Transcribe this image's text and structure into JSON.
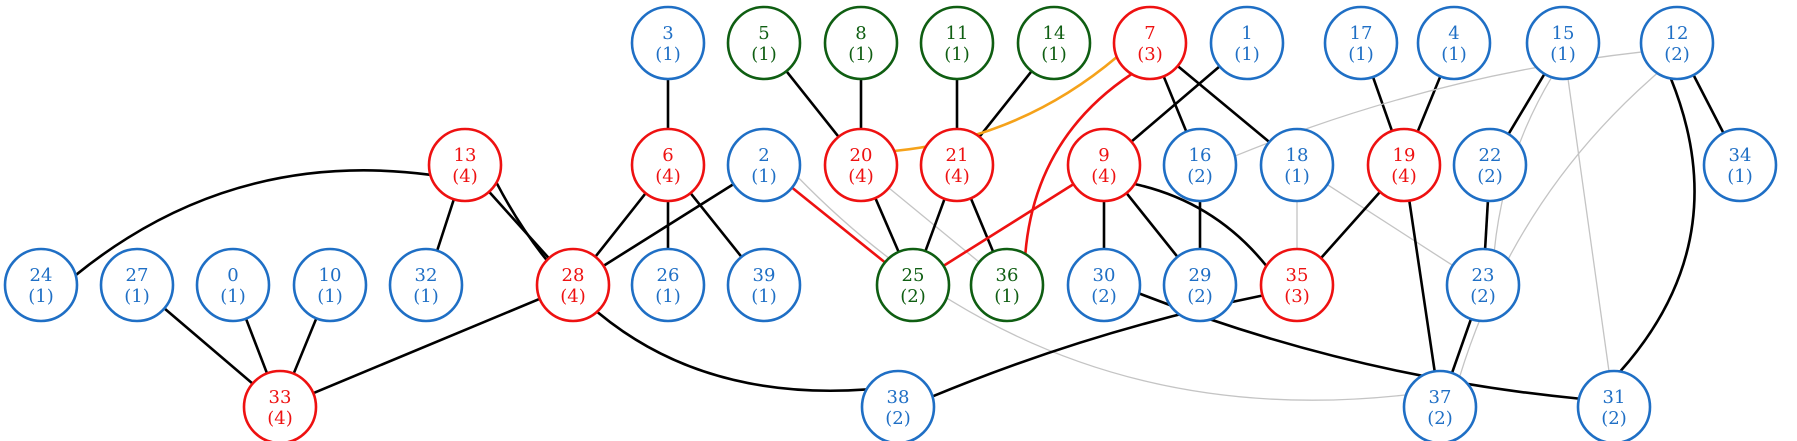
{
  "colors": {
    "blue": "#1f6fc5",
    "green": "#0f5e12",
    "red": "#ee1111",
    "black": "#000000",
    "gray": "#c4c4c4",
    "orange": "#f5a21a",
    "redEdge": "#ee1111"
  },
  "nodes": [
    {
      "id": "3",
      "count": "(1)",
      "color": "blue"
    },
    {
      "id": "5",
      "count": "(1)",
      "color": "green"
    },
    {
      "id": "8",
      "count": "(1)",
      "color": "green"
    },
    {
      "id": "11",
      "count": "(1)",
      "color": "green"
    },
    {
      "id": "14",
      "count": "(1)",
      "color": "green"
    },
    {
      "id": "7",
      "count": "(3)",
      "color": "red"
    },
    {
      "id": "1",
      "count": "(1)",
      "color": "blue"
    },
    {
      "id": "17",
      "count": "(1)",
      "color": "blue"
    },
    {
      "id": "4",
      "count": "(1)",
      "color": "blue"
    },
    {
      "id": "15",
      "count": "(1)",
      "color": "blue"
    },
    {
      "id": "12",
      "count": "(2)",
      "color": "blue"
    },
    {
      "id": "13",
      "count": "(4)",
      "color": "red"
    },
    {
      "id": "6",
      "count": "(4)",
      "color": "red"
    },
    {
      "id": "2",
      "count": "(1)",
      "color": "blue"
    },
    {
      "id": "20",
      "count": "(4)",
      "color": "red"
    },
    {
      "id": "21",
      "count": "(4)",
      "color": "red"
    },
    {
      "id": "9",
      "count": "(4)",
      "color": "red"
    },
    {
      "id": "16",
      "count": "(2)",
      "color": "blue"
    },
    {
      "id": "18",
      "count": "(1)",
      "color": "blue"
    },
    {
      "id": "19",
      "count": "(4)",
      "color": "red"
    },
    {
      "id": "22",
      "count": "(2)",
      "color": "blue"
    },
    {
      "id": "34",
      "count": "(1)",
      "color": "blue"
    },
    {
      "id": "24",
      "count": "(1)",
      "color": "blue"
    },
    {
      "id": "27",
      "count": "(1)",
      "color": "blue"
    },
    {
      "id": "0",
      "count": "(1)",
      "color": "blue"
    },
    {
      "id": "10",
      "count": "(1)",
      "color": "blue"
    },
    {
      "id": "32",
      "count": "(1)",
      "color": "blue"
    },
    {
      "id": "28",
      "count": "(4)",
      "color": "red"
    },
    {
      "id": "26",
      "count": "(1)",
      "color": "blue"
    },
    {
      "id": "39",
      "count": "(1)",
      "color": "blue"
    },
    {
      "id": "25",
      "count": "(2)",
      "color": "green"
    },
    {
      "id": "36",
      "count": "(1)",
      "color": "green"
    },
    {
      "id": "30",
      "count": "(2)",
      "color": "blue"
    },
    {
      "id": "29",
      "count": "(2)",
      "color": "blue"
    },
    {
      "id": "35",
      "count": "(3)",
      "color": "red"
    },
    {
      "id": "23",
      "count": "(2)",
      "color": "blue"
    },
    {
      "id": "33",
      "count": "(4)",
      "color": "red"
    },
    {
      "id": "38",
      "count": "(2)",
      "color": "blue"
    },
    {
      "id": "37",
      "count": "(2)",
      "color": "blue"
    },
    {
      "id": "31",
      "count": "(2)",
      "color": "blue"
    }
  ],
  "edges": [
    {
      "from": "3",
      "to": "6",
      "color": "black"
    },
    {
      "from": "5",
      "to": "20",
      "color": "black"
    },
    {
      "from": "8",
      "to": "20",
      "color": "black"
    },
    {
      "from": "11",
      "to": "21",
      "color": "black"
    },
    {
      "from": "14",
      "to": "21",
      "color": "black"
    },
    {
      "from": "7",
      "to": "16",
      "color": "black"
    },
    {
      "from": "7",
      "to": "18",
      "color": "black"
    },
    {
      "from": "7",
      "to": "20",
      "color": "orange"
    },
    {
      "from": "7",
      "to": "36",
      "color": "redEdge"
    },
    {
      "from": "1",
      "to": "9",
      "color": "black"
    },
    {
      "from": "17",
      "to": "19",
      "color": "black"
    },
    {
      "from": "4",
      "to": "19",
      "color": "black"
    },
    {
      "from": "15",
      "to": "22",
      "color": "black"
    },
    {
      "from": "15",
      "to": "23",
      "color": "gray"
    },
    {
      "from": "15",
      "to": "31",
      "color": "gray"
    },
    {
      "from": "12",
      "to": "34",
      "color": "black"
    },
    {
      "from": "12",
      "to": "31",
      "color": "black"
    },
    {
      "from": "12",
      "to": "16",
      "color": "gray"
    },
    {
      "from": "12",
      "to": "37",
      "color": "gray"
    },
    {
      "from": "13",
      "to": "24",
      "color": "black"
    },
    {
      "from": "13",
      "to": "32",
      "color": "black"
    },
    {
      "from": "13",
      "to": "28",
      "color": "black"
    },
    {
      "from": "13",
      "to": "38",
      "color": "black"
    },
    {
      "from": "6",
      "to": "28",
      "color": "black"
    },
    {
      "from": "6",
      "to": "26",
      "color": "black"
    },
    {
      "from": "6",
      "to": "39",
      "color": "black"
    },
    {
      "from": "2",
      "to": "28",
      "color": "black"
    },
    {
      "from": "2",
      "to": "25",
      "color": "redEdge"
    },
    {
      "from": "2",
      "to": "37",
      "color": "gray"
    },
    {
      "from": "20",
      "to": "25",
      "color": "black"
    },
    {
      "from": "20",
      "to": "36",
      "color": "gray"
    },
    {
      "from": "21",
      "to": "25",
      "color": "black"
    },
    {
      "from": "21",
      "to": "36",
      "color": "black"
    },
    {
      "from": "9",
      "to": "25",
      "color": "redEdge"
    },
    {
      "from": "9",
      "to": "30",
      "color": "black"
    },
    {
      "from": "9",
      "to": "29",
      "color": "black"
    },
    {
      "from": "9",
      "to": "35",
      "color": "black"
    },
    {
      "from": "16",
      "to": "29",
      "color": "black"
    },
    {
      "from": "18",
      "to": "35",
      "color": "gray"
    },
    {
      "from": "18",
      "to": "23",
      "color": "gray"
    },
    {
      "from": "19",
      "to": "35",
      "color": "black"
    },
    {
      "from": "19",
      "to": "37",
      "color": "black"
    },
    {
      "from": "22",
      "to": "23",
      "color": "black"
    },
    {
      "from": "23",
      "to": "37",
      "color": "black"
    },
    {
      "from": "27",
      "to": "33",
      "color": "black"
    },
    {
      "from": "0",
      "to": "33",
      "color": "black"
    },
    {
      "from": "10",
      "to": "33",
      "color": "black"
    },
    {
      "from": "28",
      "to": "33",
      "color": "black"
    },
    {
      "from": "35",
      "to": "38",
      "color": "black"
    },
    {
      "from": "30",
      "to": "31",
      "color": "black"
    }
  ]
}
